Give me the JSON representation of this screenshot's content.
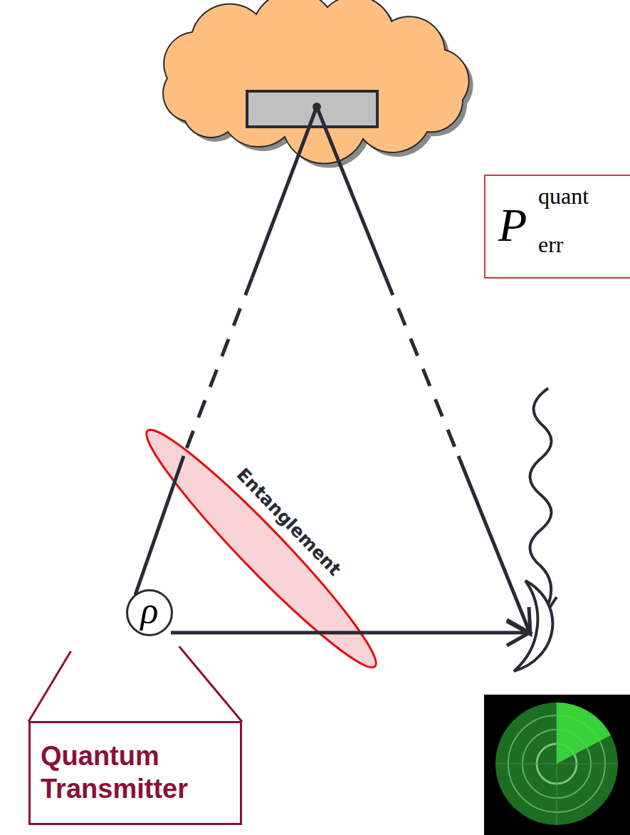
{
  "diagram": {
    "nodes": [
      {
        "text": [
          "P",
          "quant",
          "err"
        ]
      },
      {
        "text": [
          "ρ"
        ]
      },
      {
        "text": [
          "Quantum Transmitter"
        ]
      }
    ],
    "edges": [
      {
        "from": 2,
        "to": 1,
        "arrow": "none"
      },
      {
        "from": 2,
        "to": 1,
        "arrow": "none"
      }
    ],
    "labels": [
      "Entanglement"
    ]
  }
}
